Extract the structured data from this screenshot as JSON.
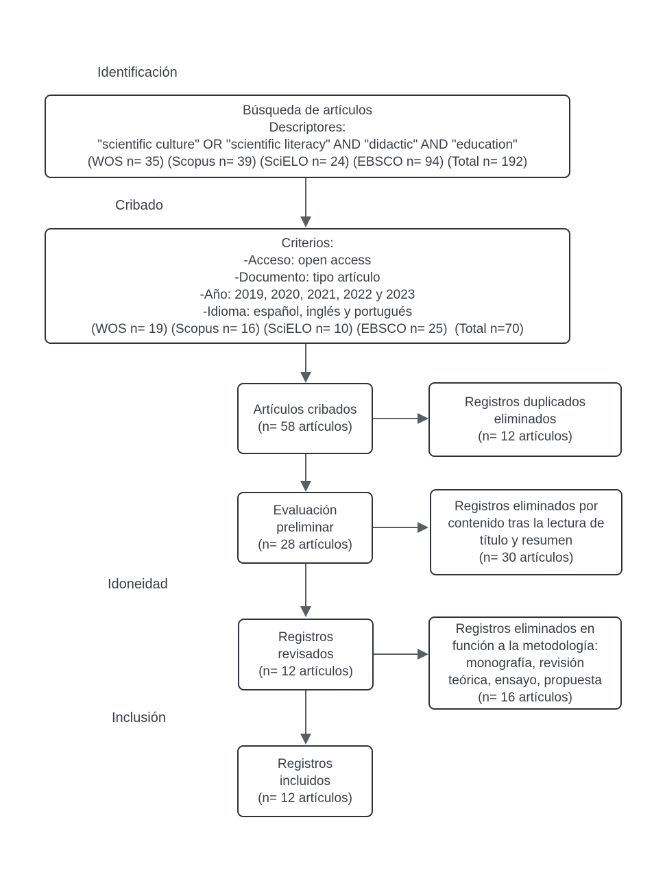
{
  "colors": {
    "background": "#ffffff",
    "text": "#3a3e45",
    "border": "#2d323c",
    "arrow": "#5a5e62"
  },
  "stages": [
    {
      "label": "Identificación"
    },
    {
      "label": "Cribado"
    },
    {
      "label": "Idoneidad"
    },
    {
      "label": "Inclusión"
    }
  ],
  "boxes": {
    "busqueda": {
      "lines": [
        "Búsqueda de artículos",
        "Descriptores:",
        "\"scientific culture\" OR \"scientific literacy\" AND \"didactic\" AND \"education\"",
        "(WOS n= 35) (Scopus n= 39) (SciELO n= 24) (EBSCO n= 94) (Total n= 192)"
      ]
    },
    "criterios": {
      "lines": [
        "Criterios:",
        "-Acceso: open access",
        "-Documento: tipo artículo",
        "-Año: 2019, 2020, 2021, 2022 y 2023",
        "-Idioma: español, inglés y portugués",
        "(WOS n= 19) (Scopus n= 16) (SciELO n= 10) (EBSCO n= 25)  (Total n=70)"
      ]
    },
    "cribados": {
      "lines": [
        "Artículos cribados",
        "(n= 58 artículos)"
      ]
    },
    "duplicados": {
      "lines": [
        "Registros duplicados",
        "eliminados",
        "(n= 12 artículos)"
      ]
    },
    "evaluacion": {
      "lines": [
        "Evaluación",
        "preliminar",
        "(n= 28 artículos)"
      ]
    },
    "eliminados_contenido": {
      "lines": [
        "Registros eliminados por",
        "contenido tras la lectura de",
        "título y resumen",
        "(n= 30 artículos)"
      ]
    },
    "revisados": {
      "lines": [
        "Registros",
        "revisados",
        "(n= 12 artículos)"
      ]
    },
    "eliminados_metodologia": {
      "lines": [
        "Registros eliminados en",
        "función a la metodología:",
        "monografía, revisión",
        "teórica, ensayo, propuesta",
        "(n= 16 artículos)"
      ]
    },
    "incluidos": {
      "lines": [
        "Registros",
        "incluidos",
        "(n= 12 artículos)"
      ]
    }
  }
}
